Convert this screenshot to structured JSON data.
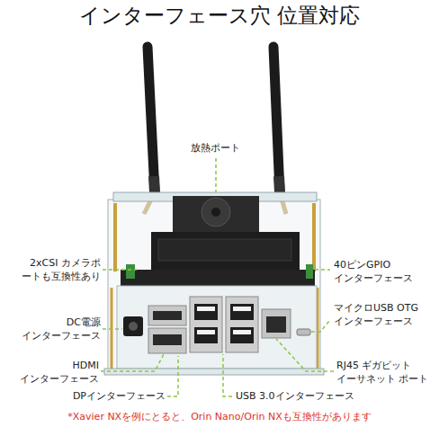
{
  "diagram": {
    "title": "インターフェース穴 位置対応",
    "caption": "*Xavier NXを例にとると、Orin Nano/Orin NXも互換性があります",
    "labels": [
      "放熱ポート",
      "2xCSI カメラポ ートも互換性あり",
      "40ピンGPIO インターフェース",
      "DC電源 インターフェース",
      "マイクロUSB OTG インターフェース",
      "HDMI インターフェース",
      "RJ45 ギガビット イーサネット ポート",
      "DPインターフェース",
      "USB 3.0インターフェース"
    ]
  }
}
